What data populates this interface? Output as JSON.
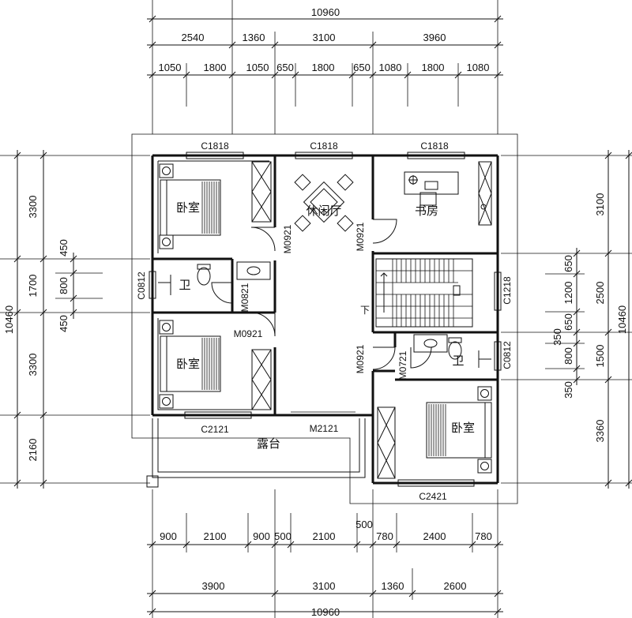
{
  "dimensions": {
    "top_total": "10960",
    "top_level2": [
      "2540",
      "1360",
      "3100",
      "3960"
    ],
    "top_level3": [
      "1050",
      "1800",
      "1050",
      "650",
      "1800",
      "650",
      "1080",
      "1800",
      "1080"
    ],
    "bottom_level1": [
      "900",
      "2100",
      "900",
      "500",
      "2100",
      "500",
      "780",
      "2400",
      "780"
    ],
    "bottom_level2": [
      "3900",
      "3100",
      "1360",
      "2600"
    ],
    "bottom_total": "10960",
    "left_total": "10460",
    "left_level2": [
      "3300",
      "1700",
      "3300",
      "2160"
    ],
    "left_level3": [
      "450",
      "800",
      "450"
    ],
    "right_total": "10460",
    "right_level2": [
      "3100",
      "2500",
      "1500",
      "3360"
    ],
    "right_level3": [
      "650",
      "1200",
      "650",
      "350",
      "800",
      "350"
    ]
  },
  "windows": {
    "top_left": "C1818",
    "top_mid": "C1818",
    "top_right": "C1818",
    "left_bath": "C0812",
    "stair": "C1218",
    "right_bath": "C0812",
    "bottom_left": "C2121",
    "bottom_right": "C2421"
  },
  "doors": {
    "left_top": "M0921",
    "right_top": "M0921",
    "bath_left": "M0821",
    "bed_left": "M0921",
    "mid_right": "M0921",
    "bath_right": "M0721",
    "balcony": "M2121"
  },
  "rooms": {
    "bedroom_top_left": "卧室",
    "bath_left": "卫",
    "bedroom_mid_left": "卧室",
    "hall": "休闲厅",
    "study": "书房",
    "stair_down": "下",
    "bath_right": "卫",
    "bedroom_bottom_right": "卧室",
    "terrace": "露台"
  }
}
